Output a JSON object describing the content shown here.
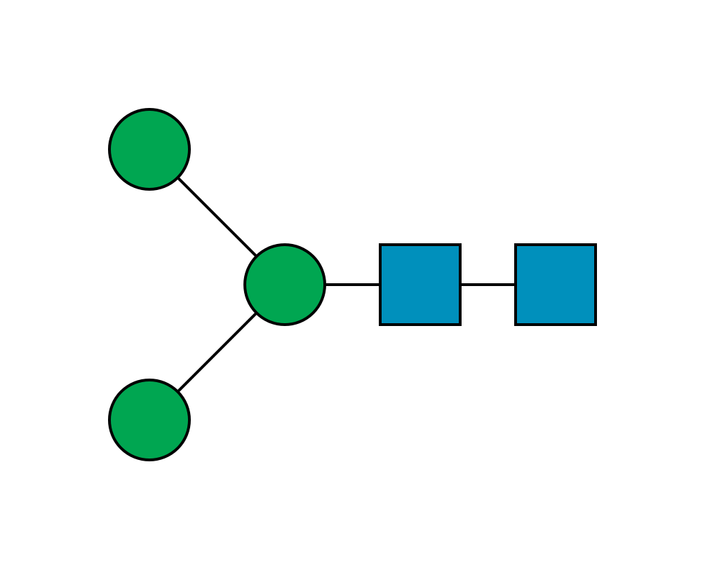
{
  "colors": {
    "background": "#ffffff",
    "circle_fill": "#00a651",
    "square_fill": "#0090bc",
    "stroke": "#000000"
  },
  "diagram": {
    "nodes": [
      {
        "id": "circle-top-left",
        "shape": "circle",
        "fill": "#00a651"
      },
      {
        "id": "circle-center",
        "shape": "circle",
        "fill": "#00a651"
      },
      {
        "id": "circle-bottom-left",
        "shape": "circle",
        "fill": "#00a651"
      },
      {
        "id": "square-middle",
        "shape": "square",
        "fill": "#0090bc"
      },
      {
        "id": "square-right",
        "shape": "square",
        "fill": "#0090bc"
      }
    ],
    "edges": [
      {
        "from": "circle-top-left",
        "to": "circle-center"
      },
      {
        "from": "circle-bottom-left",
        "to": "circle-center"
      },
      {
        "from": "circle-center",
        "to": "square-middle"
      },
      {
        "from": "square-middle",
        "to": "square-right"
      }
    ]
  }
}
